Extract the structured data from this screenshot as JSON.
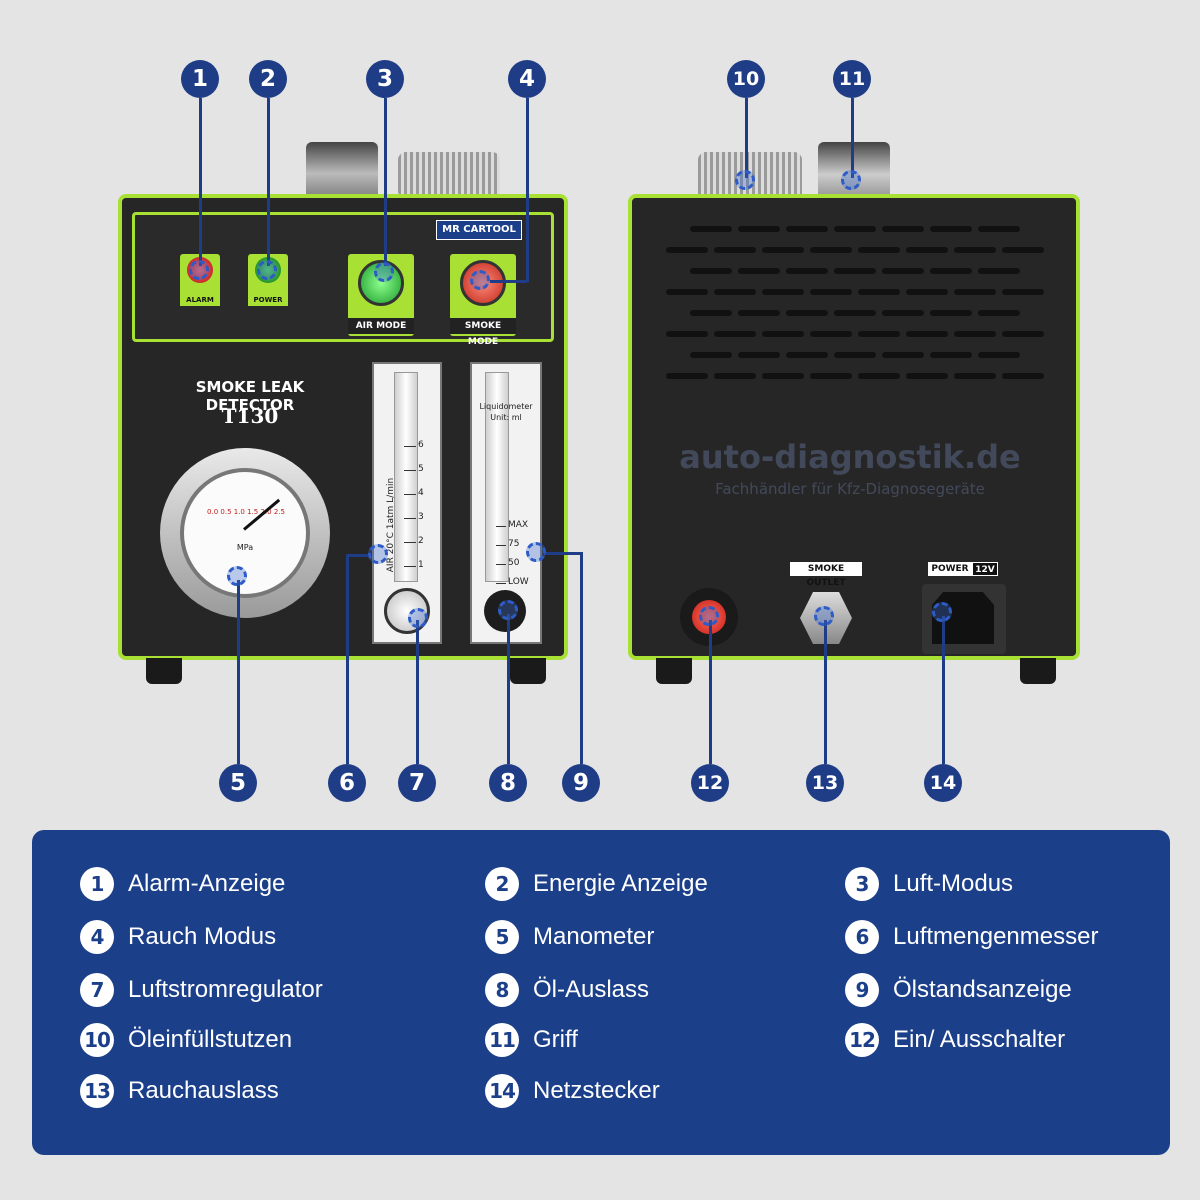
{
  "device": {
    "brand": "MR CARTOOL",
    "product_name": "SMOKE LEAK DETECTOR",
    "model": "T130",
    "indicators": {
      "alarm": "ALARM",
      "power": "POWER",
      "air_mode": "AIR MODE",
      "smoke_mode": "SMOKE MODE"
    },
    "flowmeter": {
      "axis_label": "AIR 20°C 1atm L/min",
      "ticks": [
        "6",
        "5",
        "4",
        "3",
        "2",
        "1"
      ]
    },
    "oilmeter": {
      "title": "Liquidometer",
      "unit": "Unit: ml",
      "ticks": [
        "MAX",
        "75",
        "50",
        "LOW"
      ]
    },
    "gauge": {
      "unit": "MPa",
      "scale": "0.0 0.5 1.0 1.5 2.0 2.5"
    },
    "rear_labels": {
      "smoke_outlet": "SMOKE OUTLET",
      "power": "POWER",
      "voltage": "12V"
    },
    "watermark": {
      "domain": "auto-diagnostik.de",
      "tagline": "Fachhändler für Kfz-Diagnosegeräte"
    }
  },
  "callouts": [
    "1",
    "2",
    "3",
    "4",
    "5",
    "6",
    "7",
    "8",
    "9",
    "10",
    "11",
    "12",
    "13",
    "14"
  ],
  "legend": [
    {
      "num": "1",
      "label": "Alarm-Anzeige"
    },
    {
      "num": "2",
      "label": "Energie Anzeige"
    },
    {
      "num": "3",
      "label": "Luft-Modus"
    },
    {
      "num": "4",
      "label": "Rauch Modus"
    },
    {
      "num": "5",
      "label": "Manometer"
    },
    {
      "num": "6",
      "label": "Luftmengenmesser"
    },
    {
      "num": "7",
      "label": "Luftstromregulator"
    },
    {
      "num": "8",
      "label": "Öl-Auslass"
    },
    {
      "num": "9",
      "label": "Ölstandsanzeige"
    },
    {
      "num": "10",
      "label": "Öleinfüllstutzen"
    },
    {
      "num": "11",
      "label": "Griff"
    },
    {
      "num": "12",
      "label": "Ein/ Ausschalter"
    },
    {
      "num": "13",
      "label": "Rauchauslass"
    },
    {
      "num": "14",
      "label": "Netzstecker"
    }
  ],
  "colors": {
    "accent": "#a8e033",
    "navy": "#1c3f8a",
    "body": "#222222",
    "background": "#e4e4e4"
  }
}
